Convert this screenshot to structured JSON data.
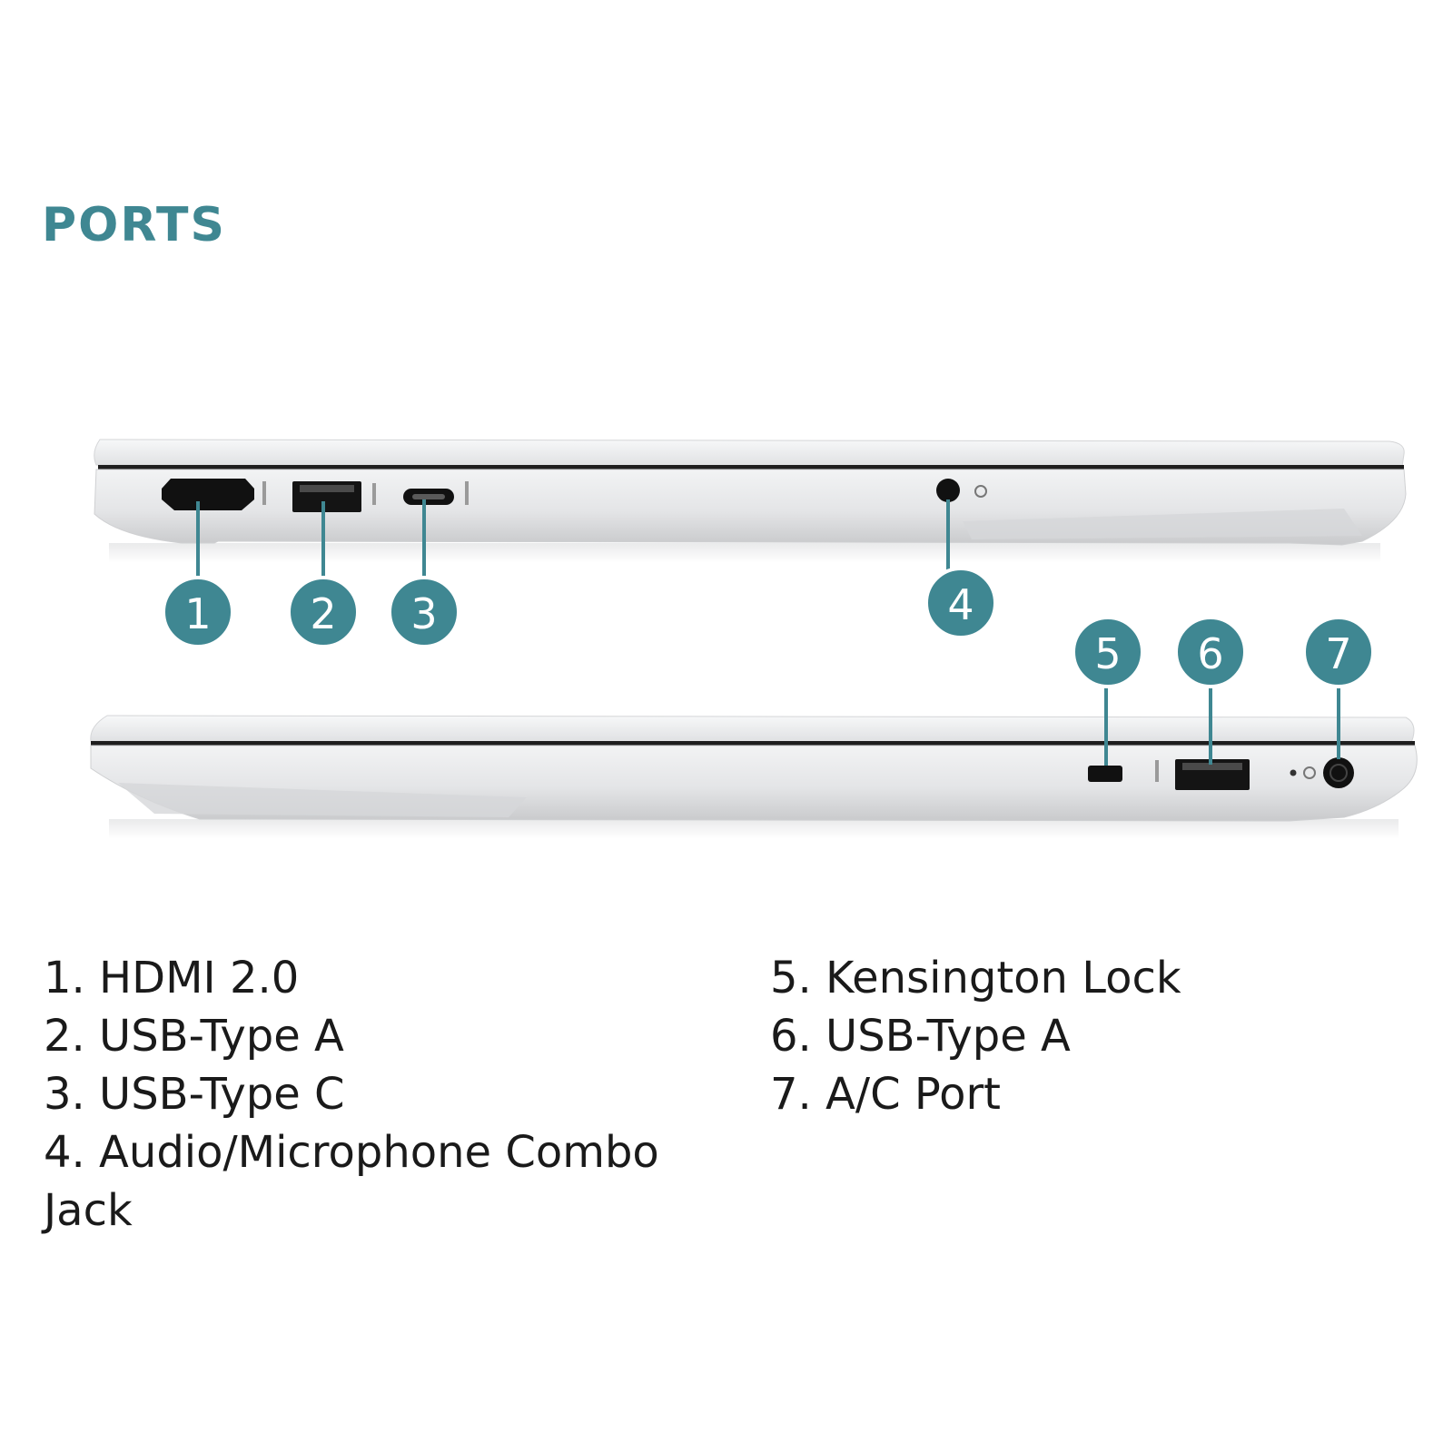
{
  "heading": "PORTS",
  "colors": {
    "accent": "#3f8792",
    "callout_fill": "#3f8792",
    "callout_stroke": "#ffffff",
    "chassis": "#e6e7e9",
    "port_black": "#111111",
    "text": "#1a1a1a"
  },
  "callouts": [
    {
      "num": "1",
      "port": "HDMI 2.0"
    },
    {
      "num": "2",
      "port": "USB-Type A"
    },
    {
      "num": "3",
      "port": "USB-Type C"
    },
    {
      "num": "4",
      "port": "Audio/Microphone Combo Jack"
    },
    {
      "num": "5",
      "port": "Kensington Lock"
    },
    {
      "num": "6",
      "port": "USB-Type A"
    },
    {
      "num": "7",
      "port": "A/C Port"
    }
  ],
  "legend": {
    "left": [
      "1. HDMI 2.0",
      "2. USB-Type A",
      "3. USB-Type C",
      "4. Audio/Microphone Combo Jack"
    ],
    "right": [
      "5. Kensington Lock",
      "6. USB-Type A",
      "7. A/C Port"
    ]
  }
}
